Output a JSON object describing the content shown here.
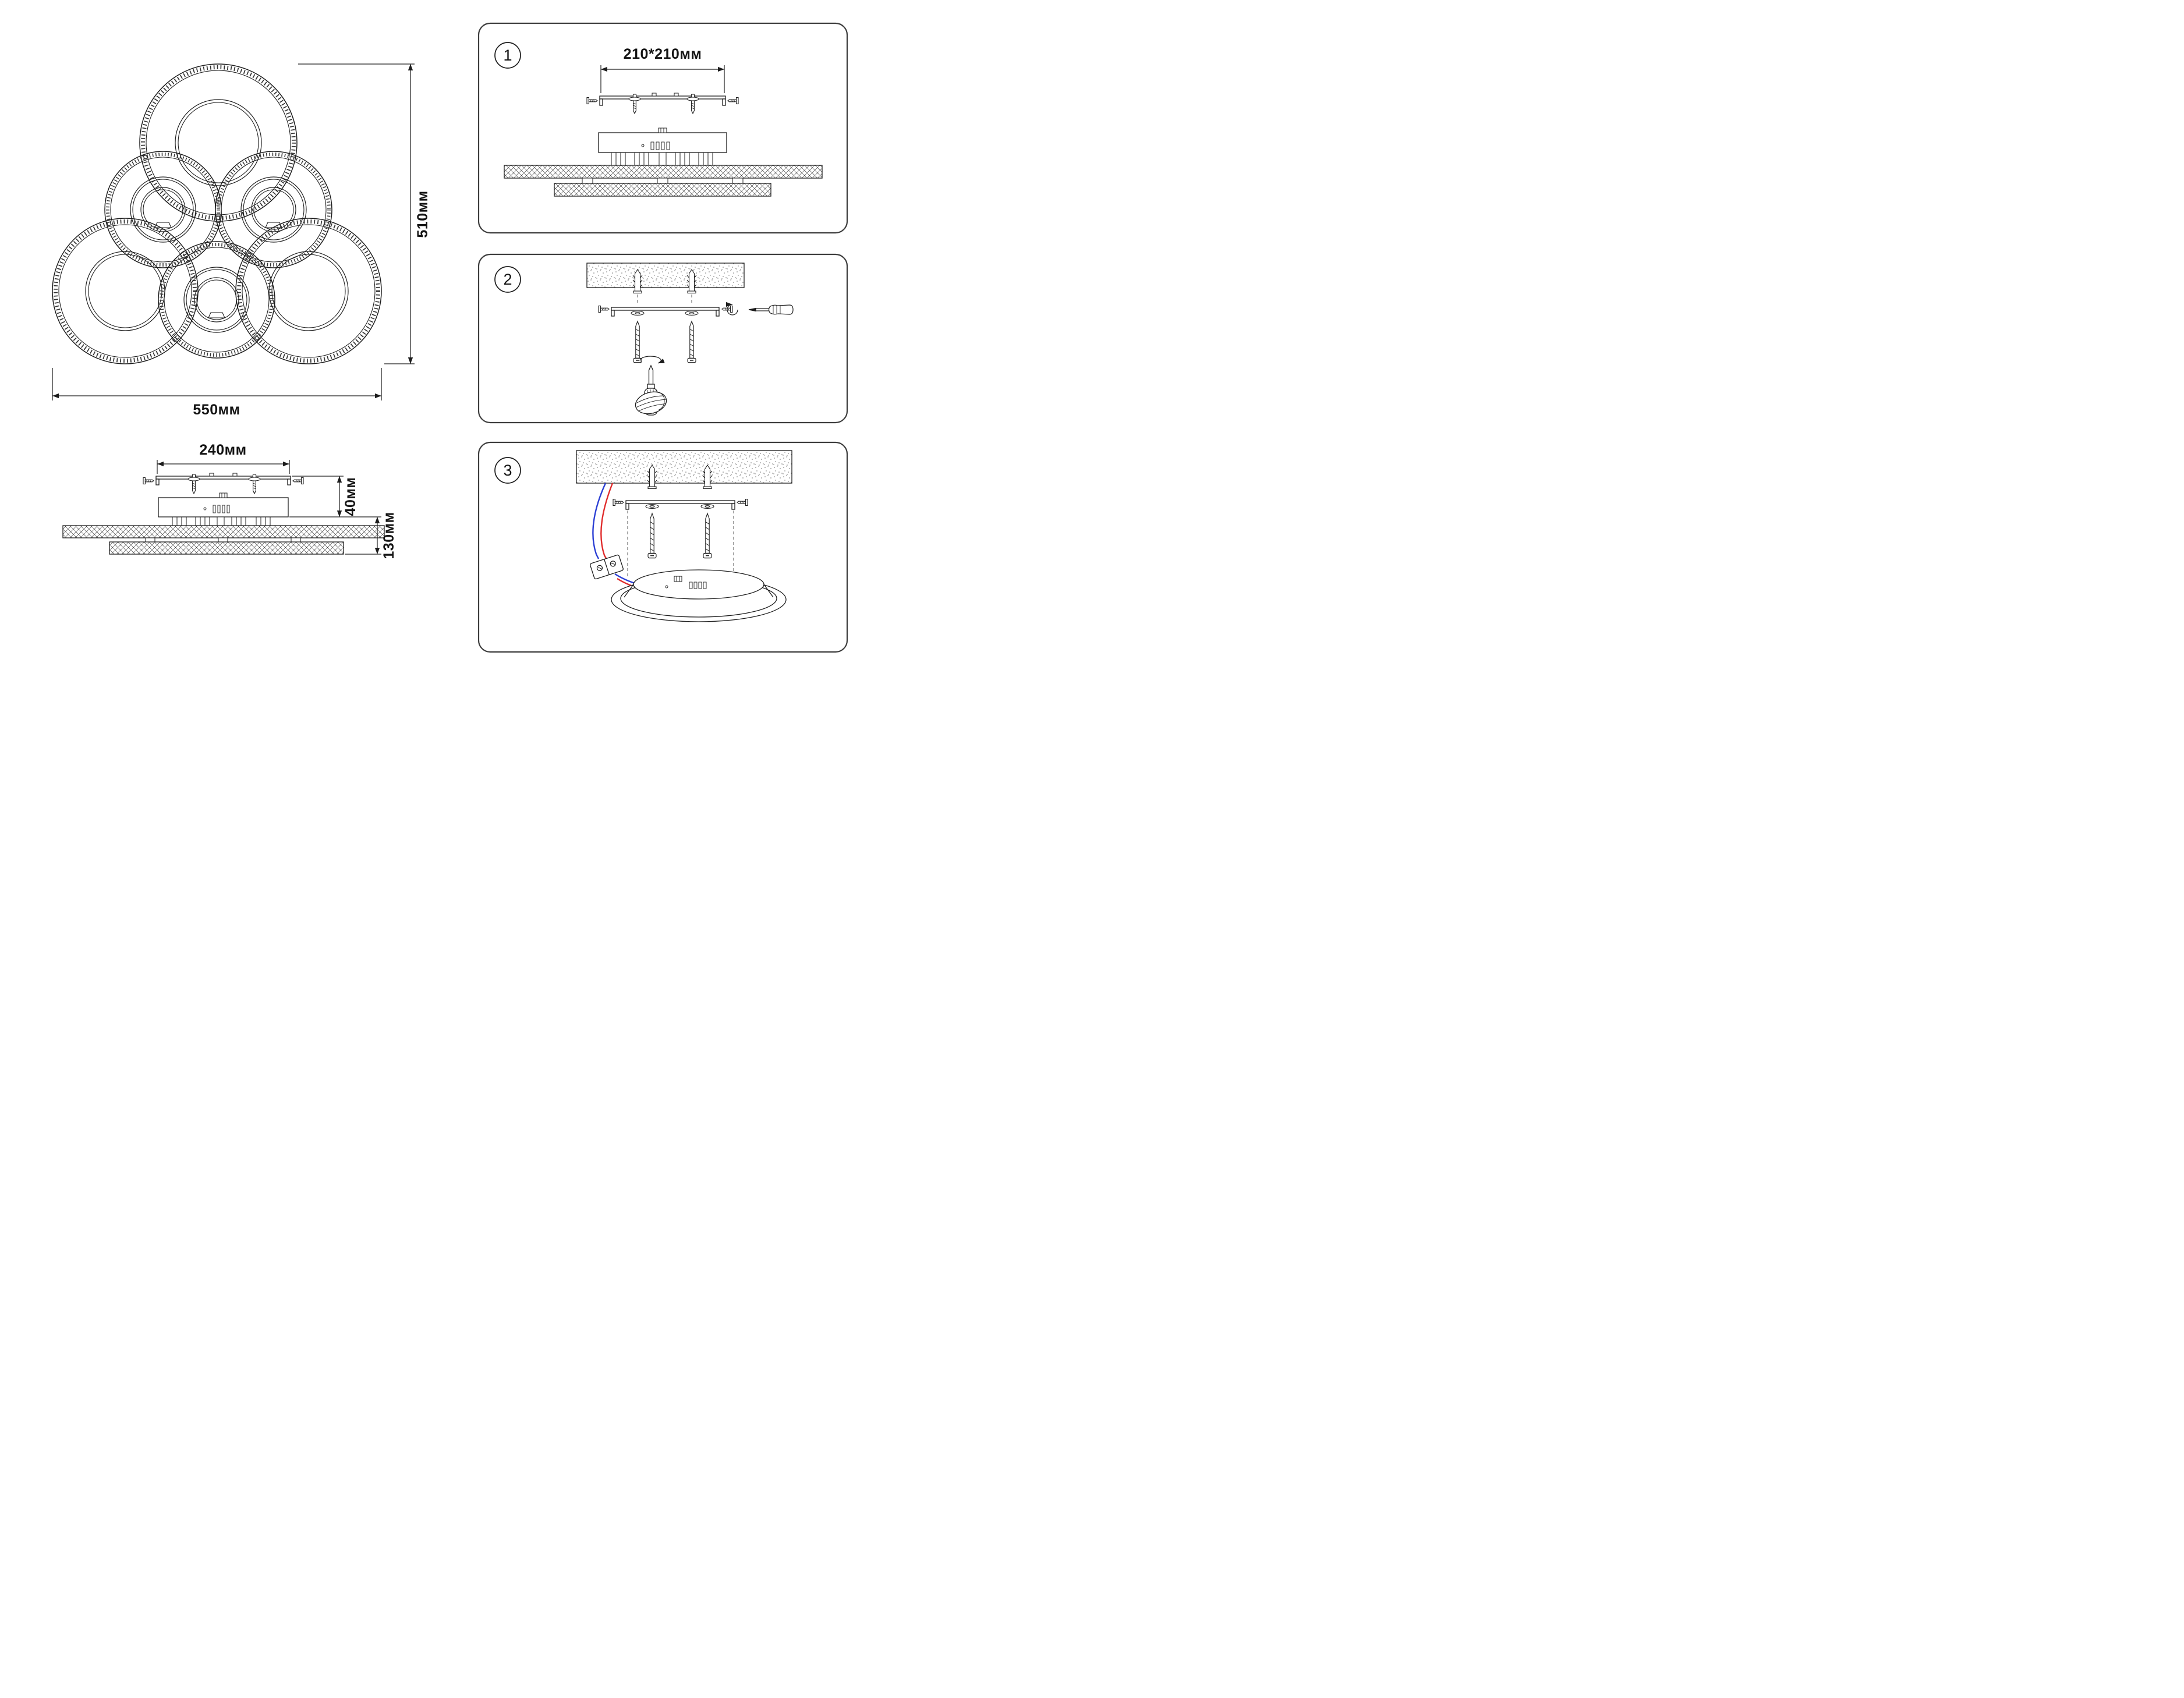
{
  "sheet": {
    "background": "#ffffff"
  },
  "front_view": {
    "width_label": "550мм",
    "height_label": "510мм"
  },
  "side_view": {
    "bracket_width_label": "240мм",
    "canopy_height_label": "40мм",
    "body_height_label": "130мм"
  },
  "steps": [
    {
      "number": "1",
      "bracket_size_label": "210*210мм"
    },
    {
      "number": "2"
    },
    {
      "number": "3"
    }
  ],
  "colors": {
    "line": "#1c1c1c",
    "panel_border": "#3d3d3d",
    "wire_blue": "#2b3fd4",
    "wire_red": "#e02b2b"
  }
}
